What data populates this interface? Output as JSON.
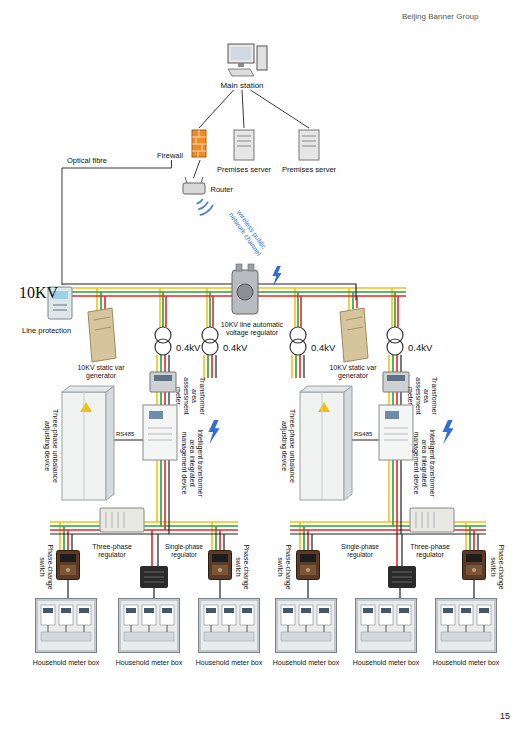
{
  "diagram": {
    "nodes": [
      {
        "text": [
          "Main station"
        ]
      },
      {
        "text": [
          "Firewall"
        ]
      },
      {
        "text": [
          "Premises server"
        ]
      },
      {
        "text": [
          "Premises server"
        ]
      },
      {
        "text": [
          "Router"
        ]
      },
      {
        "text": [
          "Line protection"
        ]
      }
    ],
    "edges": [
      {
        "from": 0,
        "to": 1,
        "arrow": "none"
      },
      {
        "from": 0,
        "to": 2,
        "arrow": "none"
      },
      {
        "from": 0,
        "to": 3,
        "arrow": "none"
      },
      {
        "from": 1,
        "to": 4,
        "arrow": "none"
      },
      {
        "from": 1,
        "to": 5,
        "label": "Optical fibre",
        "arrow": "none"
      }
    ],
    "labels": [
      "Beijing Banner Group",
      "10KV",
      "wireless public network channel",
      "10KV line automatic voltage regulator",
      "10KV static var generator",
      "10KV static var generator",
      "0.4kV",
      "0.4kV",
      "0.4kV",
      "0.4kV",
      "Transformer area assessment meter",
      "Intelligent transformer area integrated management device",
      "Three-phase unbalance adjusting device",
      "RS485",
      "Transformer area assessment meter",
      "Intelligent transformer area integrated management device",
      "Three-phase unbalance adjusting device",
      "RS485",
      "Phase-change switch",
      "Three-phase regulator",
      "Single-phase regulator",
      "Phase-change switch",
      "Phase-change switch",
      "Single-phase regulator",
      "Three-phase regulator",
      "Phase-change switch",
      "Household meter box",
      "Household meter box",
      "Household meter box",
      "Household meter box",
      "Household meter box",
      "Household meter box",
      "15"
    ]
  }
}
